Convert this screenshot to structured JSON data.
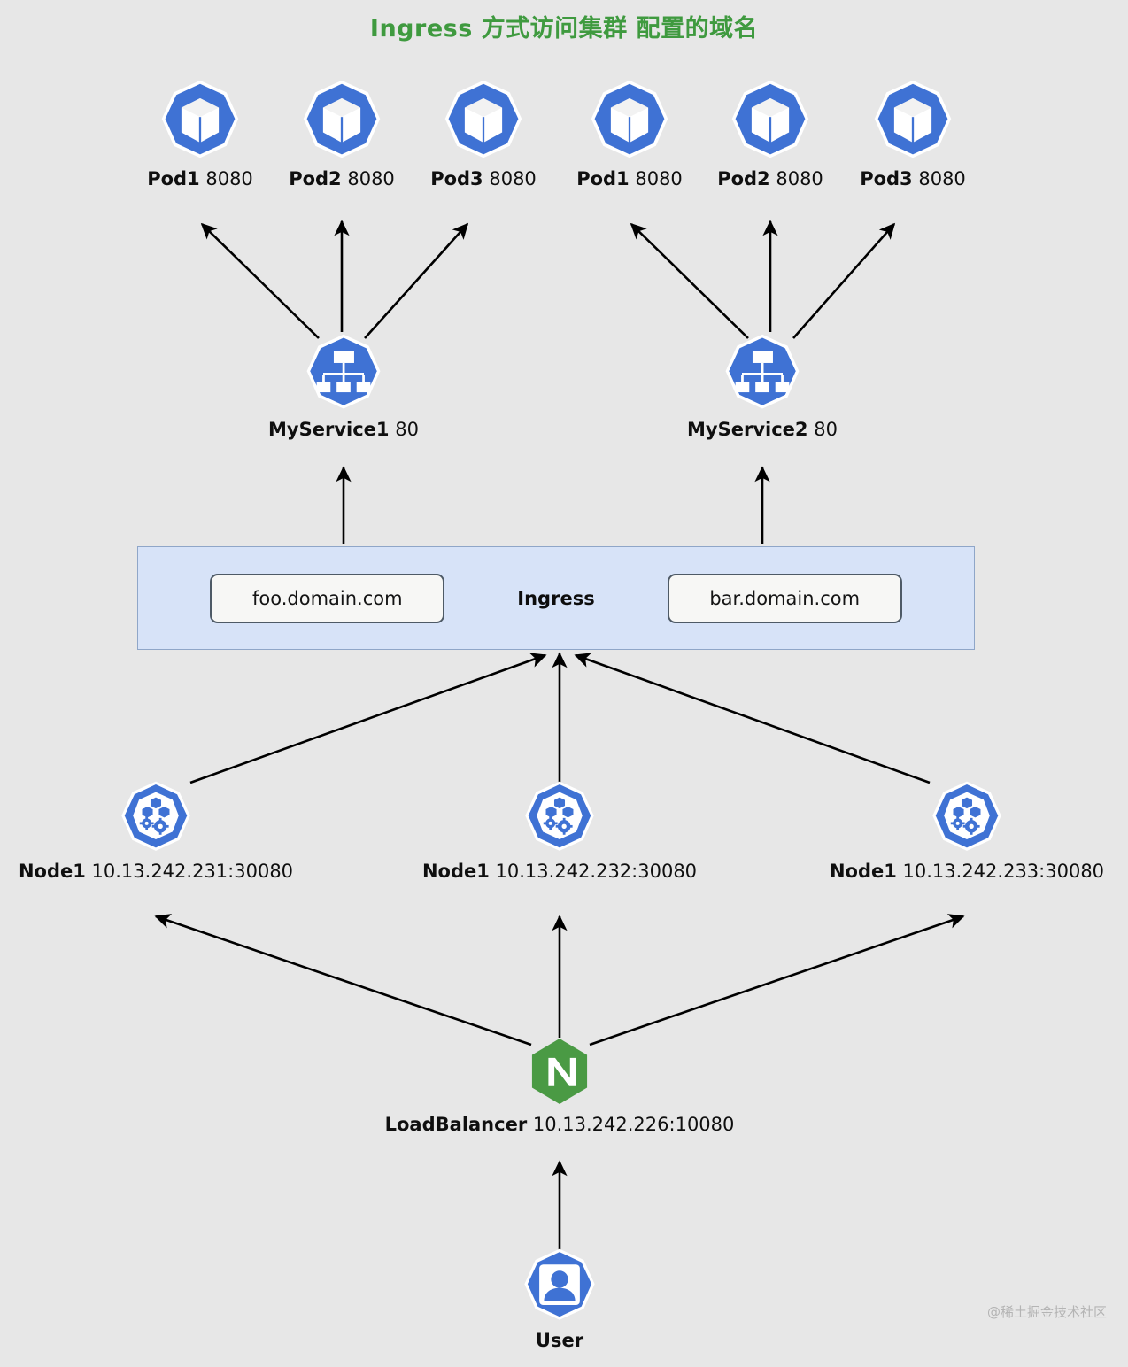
{
  "title": {
    "en": "Ingress",
    "cn": "方式访问集群 配置的域名",
    "color": "#3f9a3f"
  },
  "colors": {
    "background": "#e7e7e7",
    "k8s_blue": "#3c6fd0",
    "k8s_blue_light": "#4a7fe0",
    "nginx_green": "#3f9a3f",
    "ingress_band_fill": "#d7e3f8",
    "ingress_band_border": "#8fa6c8",
    "domain_box_fill": "#f7f7f5",
    "domain_box_border": "#4e5a66",
    "edge": "#000000",
    "watermark": "#b4b4b4"
  },
  "pods": [
    {
      "icon": "pod-cube-icon",
      "name": "Pod1",
      "port": "8080"
    },
    {
      "icon": "pod-cube-icon",
      "name": "Pod2",
      "port": "8080"
    },
    {
      "icon": "pod-cube-icon",
      "name": "Pod3",
      "port": "8080"
    },
    {
      "icon": "pod-cube-icon",
      "name": "Pod1",
      "port": "8080"
    },
    {
      "icon": "pod-cube-icon",
      "name": "Pod2",
      "port": "8080"
    },
    {
      "icon": "pod-cube-icon",
      "name": "Pod3",
      "port": "8080"
    }
  ],
  "services": [
    {
      "icon": "service-tree-icon",
      "name": "MyService1",
      "port": "80"
    },
    {
      "icon": "service-tree-icon",
      "name": "MyService2",
      "port": "80"
    }
  ],
  "ingress": {
    "label": "Ingress",
    "domains": [
      {
        "value": "foo.domain.com"
      },
      {
        "value": "bar.domain.com"
      }
    ]
  },
  "nodes": [
    {
      "icon": "k8s-node-icon",
      "name": "Node1",
      "address": "10.13.242.231:30080"
    },
    {
      "icon": "k8s-node-icon",
      "name": "Node1",
      "address": "10.13.242.232:30080"
    },
    {
      "icon": "k8s-node-icon",
      "name": "Node1",
      "address": "10.13.242.233:30080"
    }
  ],
  "load_balancer": {
    "icon": "nginx-icon",
    "name": "LoadBalancer",
    "address": "10.13.242.226:10080"
  },
  "user": {
    "icon": "user-person-icon",
    "name": "User"
  },
  "watermark": "@稀土掘金技术社区"
}
